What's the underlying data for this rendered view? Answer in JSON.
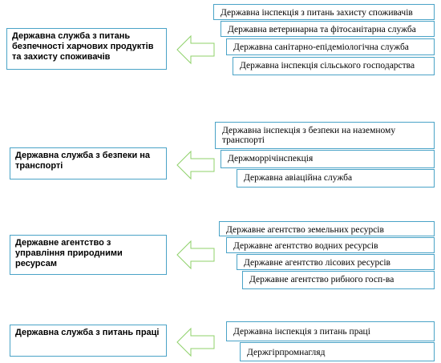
{
  "colors": {
    "box_border": "#4aa3c7",
    "arrow_border": "#8fd16a",
    "text": "#000000"
  },
  "groups": [
    {
      "target": "Державна служба з питань безпечності харчових продуктів та захисту споживачів",
      "arrow_icon": "left-arrow-icon",
      "sources": [
        "Державна інспекція з питань захисту споживачів",
        "Державна ветеринарна та фітосанітарна служба",
        "Державна санітарно-епідеміологічна служба",
        "Державна інспекція сільського господарства"
      ]
    },
    {
      "target": "Державна служба з безпеки на транспорті",
      "arrow_icon": "left-arrow-icon",
      "sources": [
        "Державна інспекція з безпеки на наземному транспорті",
        "Держморрічінспекція",
        "Державна авіаційна служба"
      ]
    },
    {
      "target": "Державне агентство з управління природними ресурсам",
      "arrow_icon": "left-arrow-icon",
      "sources": [
        "Державне агентство земельних ресурсів",
        "Державне агентство водних ресурсів",
        "Державне агентство лісових ресурсів",
        "Державне агентство рибного госп-ва"
      ]
    },
    {
      "target": "Державна служба з питань праці",
      "arrow_icon": "left-arrow-icon",
      "sources": [
        "Державна інспекція з питань праці",
        "Держгірпромнагляд"
      ]
    }
  ]
}
